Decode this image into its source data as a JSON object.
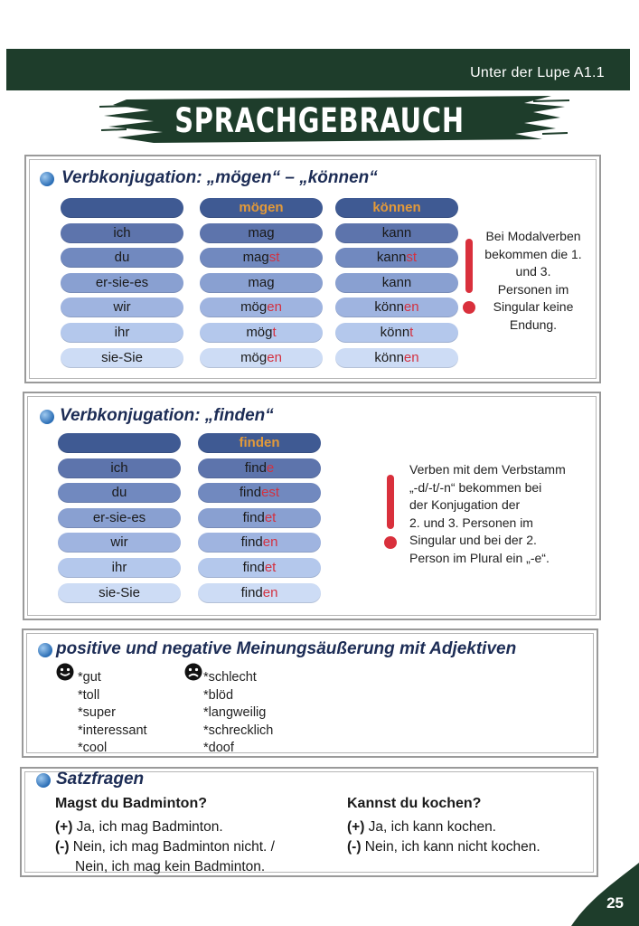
{
  "header": {
    "series_title": "Unter der Lupe A1.1",
    "section_title": "SPRACHGEBRAUCH"
  },
  "colors": {
    "header_green": "#1e3d2b",
    "accent_red": "#d33140",
    "infinitive_orange": "#e39a3a",
    "title_blue": "#1c2c55"
  },
  "section1": {
    "title": "Verbkonjugation: „mögen“ – „können“",
    "pronouns": [
      "ich",
      "du",
      "er-sie-es",
      "wir",
      "ihr",
      "sie-Sie"
    ],
    "moegen": {
      "infinitive": "mögen",
      "forms": [
        {
          "stem": "mag",
          "ending": ""
        },
        {
          "stem": "mag",
          "ending": "st"
        },
        {
          "stem": "mag",
          "ending": ""
        },
        {
          "stem": "mög",
          "ending": "en"
        },
        {
          "stem": "mög",
          "ending": "t"
        },
        {
          "stem": "mög",
          "ending": "en"
        }
      ]
    },
    "koennen": {
      "infinitive": "können",
      "forms": [
        {
          "stem": "kann",
          "ending": ""
        },
        {
          "stem": "kann",
          "ending": "st"
        },
        {
          "stem": "kann",
          "ending": ""
        },
        {
          "stem": "könn",
          "ending": "en"
        },
        {
          "stem": "könn",
          "ending": "t"
        },
        {
          "stem": "könn",
          "ending": "en"
        }
      ]
    },
    "note": [
      "Bei Modalverben",
      "bekommen die 1.",
      "und 3.",
      "Personen im",
      "Singular keine",
      "Endung."
    ]
  },
  "section2": {
    "title": "Verbkonjugation: „finden“",
    "pronouns": [
      "ich",
      "du",
      "er-sie-es",
      "wir",
      "ihr",
      "sie-Sie"
    ],
    "finden": {
      "infinitive": "finden",
      "forms": [
        {
          "stem": "find",
          "ending": "e"
        },
        {
          "stem": "find",
          "ending": "est"
        },
        {
          "stem": "find",
          "ending": "et"
        },
        {
          "stem": "find",
          "ending": "en"
        },
        {
          "stem": "find",
          "ending": "et"
        },
        {
          "stem": "find",
          "ending": "en"
        }
      ]
    },
    "note": [
      "Verben mit dem Verbstamm",
      "„-d/-t/-n“ bekommen bei",
      "der Konjugation der",
      "2. und 3. Personen im",
      "Singular und bei der 2.",
      "Person im Plural ein „-e“."
    ]
  },
  "section3": {
    "title": "positive und negative Meinungsäußerung mit Adjektiven",
    "positive": [
      "*gut",
      "*toll",
      "*super",
      "*interessant",
      "*cool"
    ],
    "negative": [
      "*schlecht",
      "*blöd",
      "*langweilig",
      "*schrecklich",
      "*doof"
    ]
  },
  "section4": {
    "title": "Satzfragen",
    "left": {
      "question": "Magst du Badminton?",
      "lines": [
        {
          "marker": "(+)",
          "text": " Ja, ich mag Badminton."
        },
        {
          "marker": "(-)",
          "text": " Nein, ich mag Badminton nicht. /"
        },
        {
          "marker": "",
          "text": "Nein, ich mag kein Badminton."
        }
      ]
    },
    "right": {
      "question": "Kannst du kochen?",
      "lines": [
        {
          "marker": "(+)",
          "text": " Ja, ich kann kochen."
        },
        {
          "marker": "(-)",
          "text": " Nein, ich kann nicht kochen."
        }
      ]
    }
  },
  "footer": {
    "page_number": "25"
  }
}
